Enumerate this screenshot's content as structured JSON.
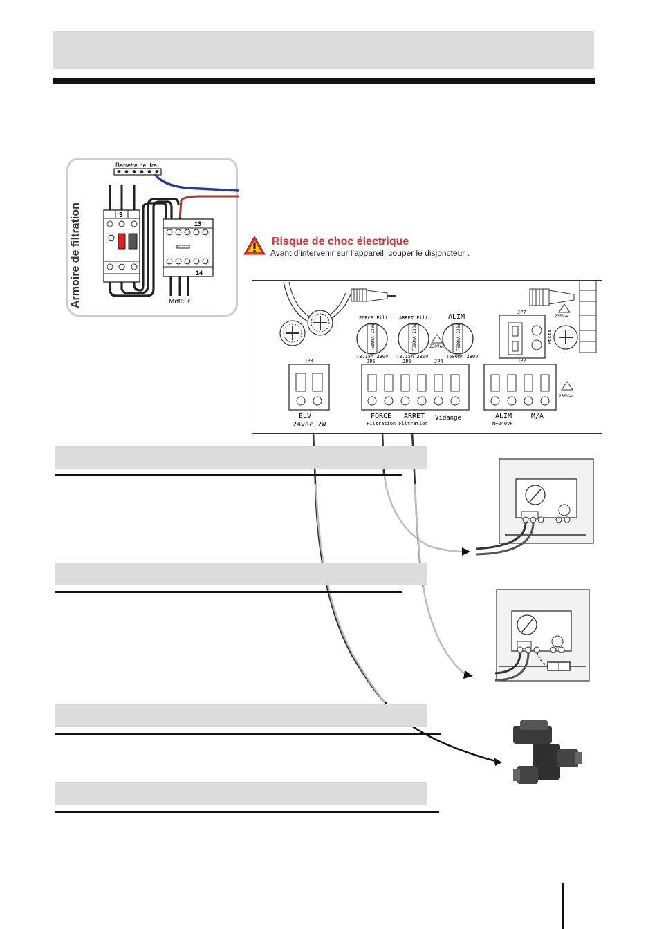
{
  "cabinet": {
    "title": "Armoire de filtration",
    "neutral_bar_label": "Barrette neutre",
    "motor_label": "Moteur",
    "breaker_number": "3",
    "contactor_top": "13",
    "contactor_bottom": "14"
  },
  "warning": {
    "title": "Risque de choc électrique",
    "text": "Avant d’intervenir sur l’appareil, couper le disjoncteur ."
  },
  "board": {
    "fuses": [
      {
        "label": "FORCE Filtr",
        "rating": "T3.15A 230v",
        "inner": "T500mA 230V"
      },
      {
        "label": "ARRET Filtr",
        "rating": "T3.15A 230v",
        "inner": "T500mA 230V"
      },
      {
        "label": "ALIM",
        "rating": "T500mA 230v",
        "inner": "T500mA 230V"
      }
    ],
    "jp7_label": "JP7",
    "jp7_volt": "230Vac",
    "probe_label": "Poste",
    "connectors": {
      "jp3": "JP3",
      "jp5": "JP5",
      "jp6": "JP6",
      "jp4": "JP4",
      "jp2": "JP2"
    },
    "warn_230_a": "230Vac",
    "warn_230_b": "230Vac",
    "bottom_labels": {
      "elv": "ELV",
      "elv_sub": "24vac 2W",
      "force": "FORCE",
      "arret": "ARRET",
      "filtration_sub": "Filtration  Filtration",
      "vidange": "Vidange",
      "alim": "ALIM",
      "alim_sub": "N~240vP",
      "ma": "M/A"
    }
  },
  "colors": {
    "band": "#dcdcdc",
    "neutral_wire": "#2a3a9a",
    "phase_wire": "#a23a2a",
    "warning_red": "#e03030",
    "wire_grey": "#b4b4b4",
    "wire_dark": "#333333"
  }
}
